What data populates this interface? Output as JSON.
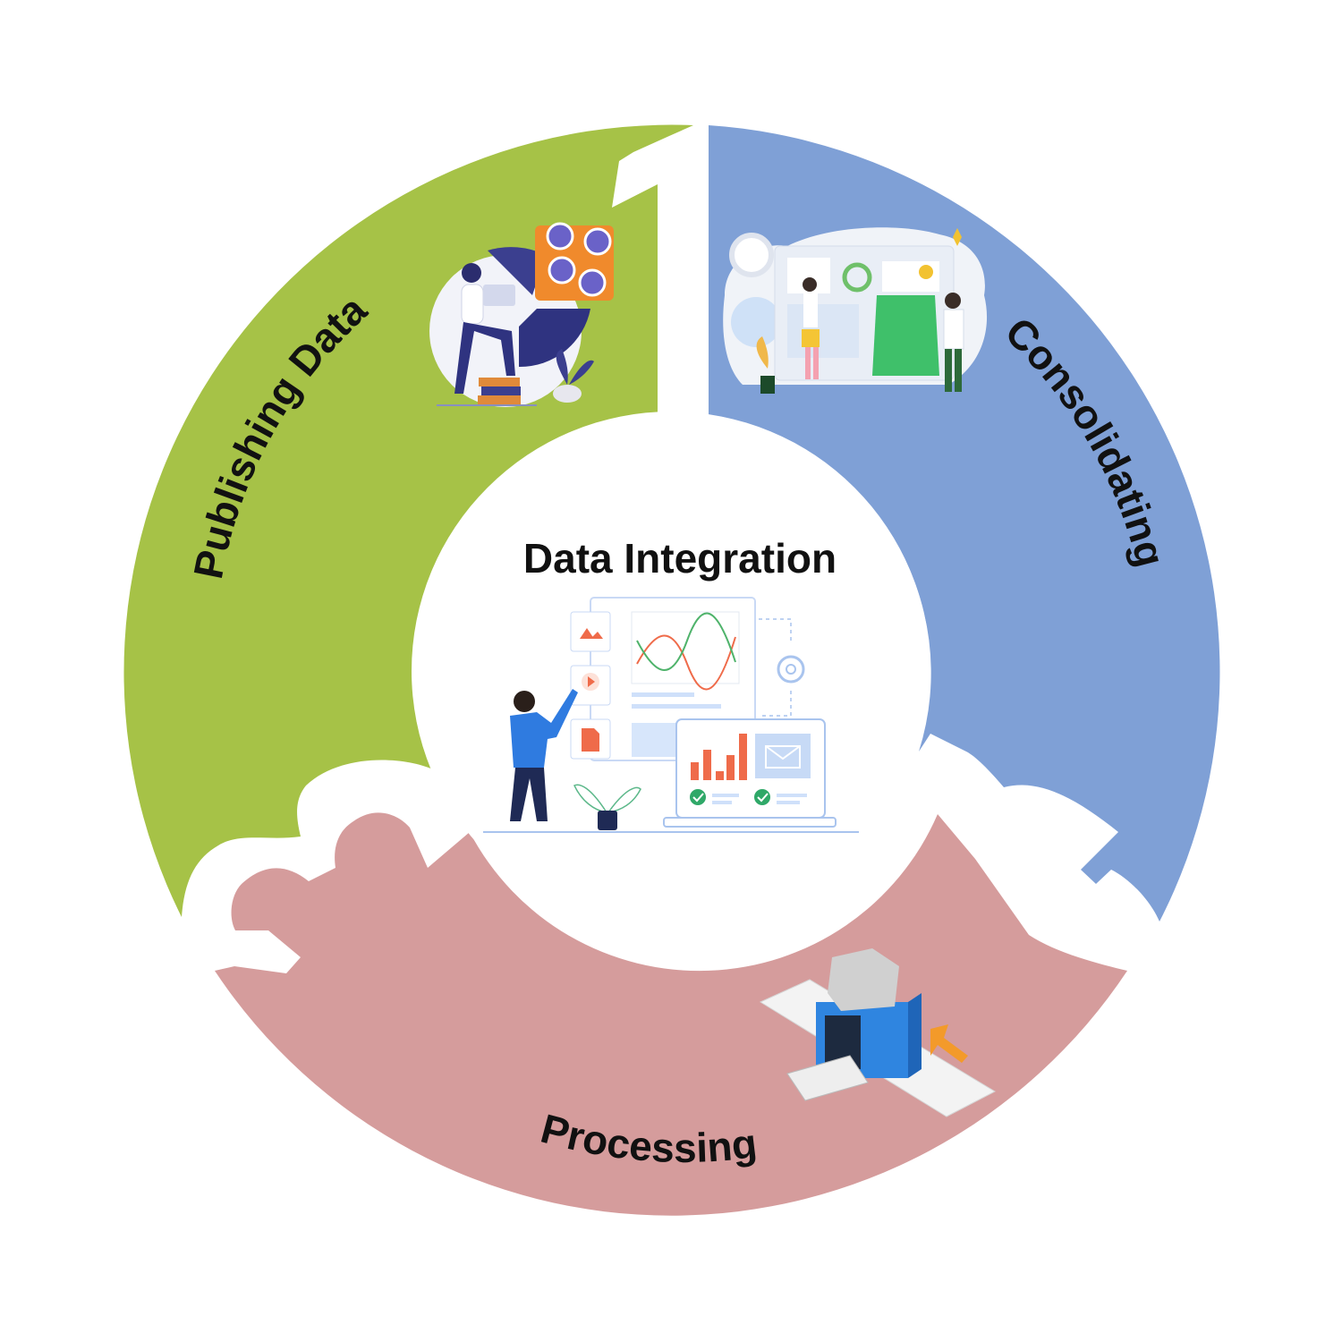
{
  "title": "Data Integration",
  "segments": [
    {
      "id": "publishing",
      "label": "Publishing Data",
      "color": "#a6c247"
    },
    {
      "id": "consolidating",
      "label": "Consolidating",
      "color": "#7fa0d6"
    },
    {
      "id": "processing",
      "label": "Processing",
      "color": "#d59c9c"
    }
  ],
  "colors": {
    "background": "#ffffff",
    "center": "#ffffff",
    "text": "#111111"
  }
}
